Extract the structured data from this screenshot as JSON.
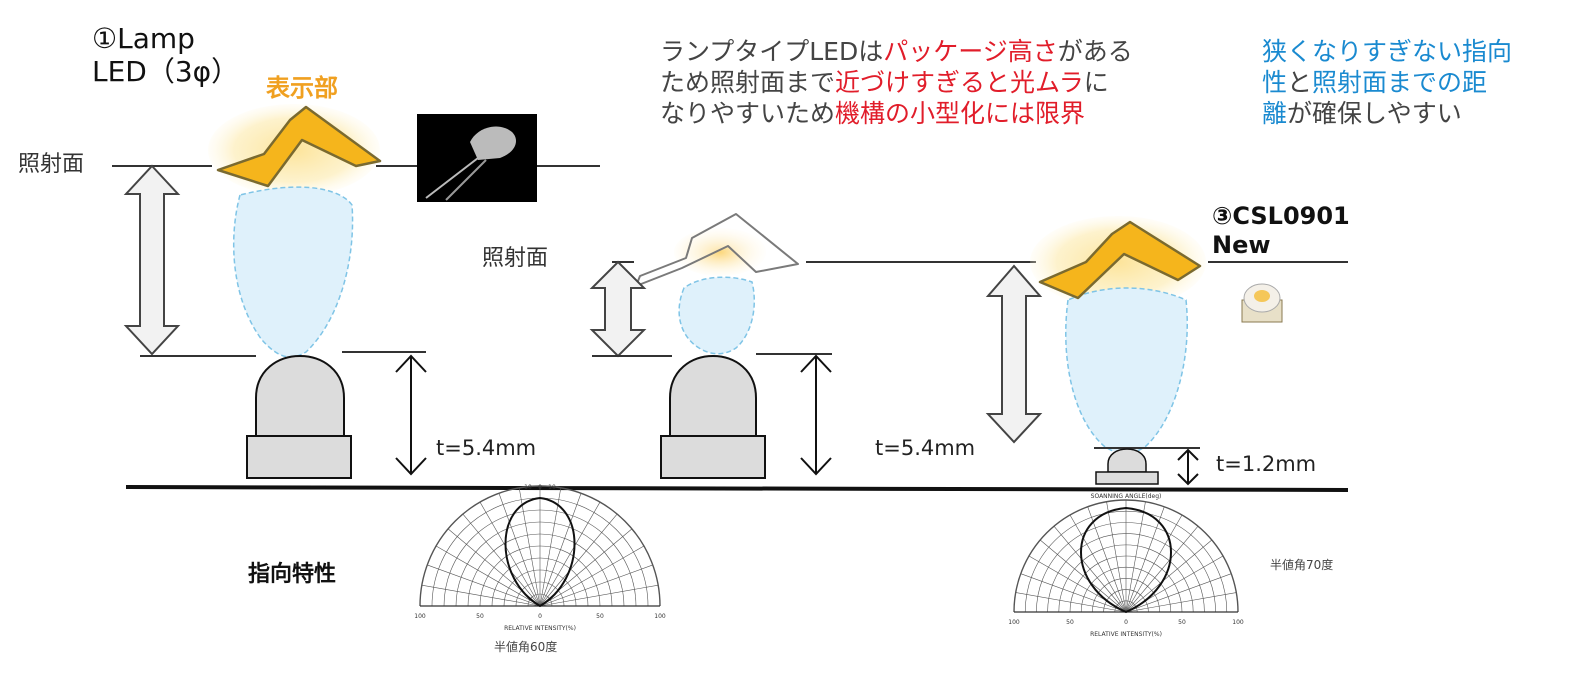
{
  "lamp": {
    "title_line1": "①Lamp",
    "title_line2": "LED（3φ）",
    "display_label": "表示部"
  },
  "labels": {
    "irradiation_surface_left": "照射面",
    "irradiation_surface_mid": "照射面"
  },
  "measurements": {
    "lamp_height": "t=5.4mm",
    "mid_height": "t=5.4mm",
    "csl_height": "t=1.2mm"
  },
  "csl": {
    "line1": "③CSL0901",
    "line2": "New"
  },
  "directivity_label": "指向特性",
  "half_angle": {
    "left": "半値角60度",
    "right": "半値角70度"
  },
  "text_mid": {
    "l1a": "ランプタイプLEDは",
    "l1b": "パッケージ高さ",
    "l1c": "がある",
    "l2a": "ため照射面まで",
    "l2b": "近づけすぎると光ムラ",
    "l2c": "に",
    "l3a": "なりやすいため",
    "l3b": "機構の小型化には限界"
  },
  "text_right": {
    "l1": "狭くなりすぎない指向",
    "l2a": "性",
    "l2b": "と",
    "l2c": "照射面までの距",
    "l3a": "離",
    "l3b": "が確保しやすい"
  },
  "polar_left": {
    "top_ticks": [
      "10",
      "0",
      "10"
    ],
    "bottom_labels": [
      "100",
      "50",
      "0",
      "50",
      "100"
    ],
    "caption": "RELATIVE INTENSITY(%)"
  },
  "polar_right": {
    "top_label": "SOANNING ANGLE(deg)",
    "bottom_labels": [
      "100",
      "50",
      "0",
      "50",
      "100"
    ],
    "caption": "RELATIVE INTENSITY(%)"
  },
  "colors": {
    "glow": "#fce9a6",
    "digit_fill": "#f5b51c",
    "digit_stroke": "#7a6a30",
    "beam": "#dff1fb",
    "beam_stroke": "#7fc4e6",
    "led_body": "#dcdcdc",
    "arrow_fill": "#f2f2f2",
    "text_red": "#e11d2a",
    "text_blue": "#1a8ad0"
  }
}
